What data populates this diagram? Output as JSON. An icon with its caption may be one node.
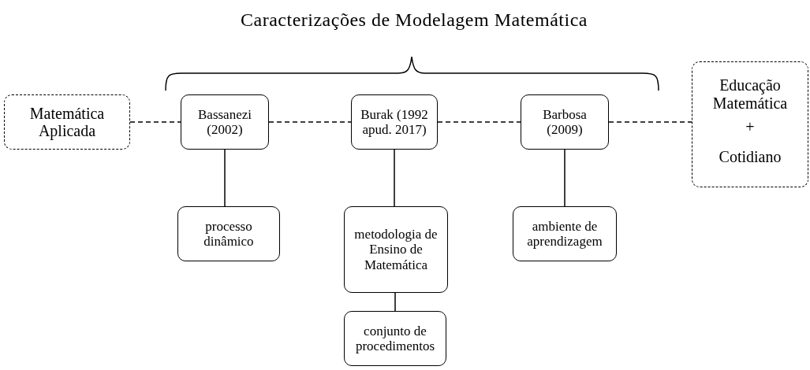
{
  "diagram": {
    "title": "Caracterizações de Modelagem Matemática",
    "nodes": [
      {
        "text": [
          "Matemática Aplicada"
        ]
      },
      {
        "text": [
          "Bassanezi (2002)"
        ]
      },
      {
        "text": [
          "Burak (1992 apud. 2017)"
        ]
      },
      {
        "text": [
          "Barbosa (2009)"
        ]
      },
      {
        "text": [
          "Educação Matemática",
          "+",
          "Cotidiano"
        ]
      },
      {
        "text": [
          "processo dinâmico"
        ]
      },
      {
        "text": [
          "metodologia de Ensino de Matemática"
        ]
      },
      {
        "text": [
          "conjunto de procedimentos"
        ]
      },
      {
        "text": [
          "ambiente de aprendizagem"
        ]
      }
    ],
    "edges": [
      {
        "from": 0,
        "to": 1,
        "arrow": "none",
        "style": "dashed"
      },
      {
        "from": 1,
        "to": 2,
        "arrow": "none",
        "style": "dashed"
      },
      {
        "from": 2,
        "to": 3,
        "arrow": "none",
        "style": "dashed"
      },
      {
        "from": 3,
        "to": 4,
        "arrow": "none",
        "style": "dashed"
      },
      {
        "from": 1,
        "to": 5,
        "arrow": "none"
      },
      {
        "from": 2,
        "to": 6,
        "arrow": "none"
      },
      {
        "from": 6,
        "to": 7,
        "arrow": "none"
      },
      {
        "from": 3,
        "to": 8,
        "arrow": "none"
      }
    ]
  }
}
